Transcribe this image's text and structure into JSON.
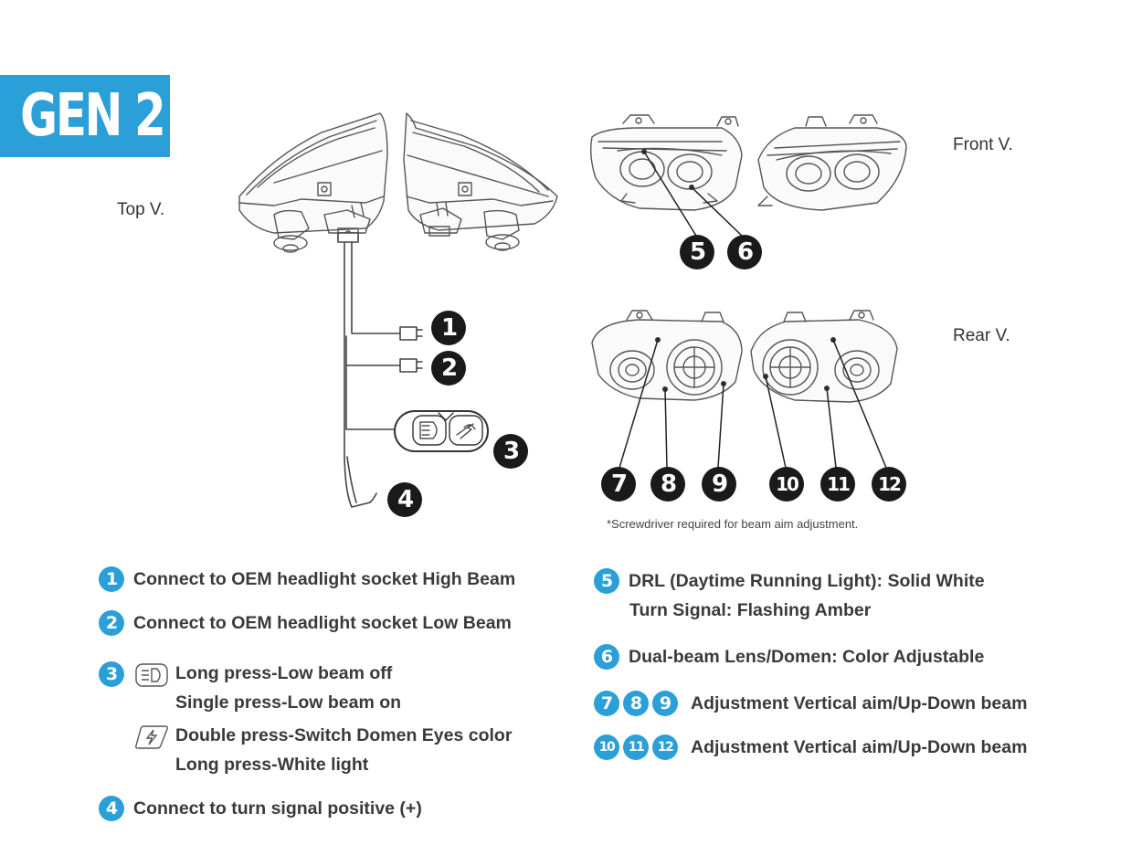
{
  "banner": {
    "title": "GEN 2"
  },
  "views": {
    "top": "Top V.",
    "front": "Front V.",
    "rear": "Rear V."
  },
  "note": "*Screwdriver required for beam aim adjustment.",
  "callouts": [
    "1",
    "2",
    "3",
    "4",
    "5",
    "6",
    "7",
    "8",
    "9",
    "10",
    "11",
    "12"
  ],
  "legend": {
    "item1": {
      "badge": "1",
      "text": "Connect to OEM headlight socket High Beam"
    },
    "item2": {
      "badge": "2",
      "text": "Connect to OEM headlight socket Low Beam"
    },
    "item3": {
      "badge": "3",
      "icon_a": "low-beam-icon",
      "line_a1": "Long press-Low beam off",
      "line_a2": "Single press-Low beam on",
      "icon_b": "lightning-icon",
      "line_b1": "Double press-Switch Domen Eyes color",
      "line_b2": "Long press-White light"
    },
    "item4": {
      "badge": "4",
      "text": "Connect to turn signal positive (+)"
    },
    "item5": {
      "badge": "5",
      "line1": "DRL (Daytime Running Light): Solid White",
      "line2": "Turn Signal: Flashing Amber"
    },
    "item6": {
      "badge": "6",
      "text": "Dual-beam Lens/Domen: Color Adjustable"
    },
    "item789": {
      "badges": [
        "7",
        "8",
        "9"
      ],
      "text": "Adjustment Vertical aim/Up-Down beam"
    },
    "item101112": {
      "badges": [
        "10",
        "11",
        "12"
      ],
      "text": "Adjustment Vertical aim/Up-Down beam"
    }
  },
  "colors": {
    "accent": "#2a9fd8",
    "callout": "#1a1a1a",
    "text": "#3a3a3a"
  }
}
